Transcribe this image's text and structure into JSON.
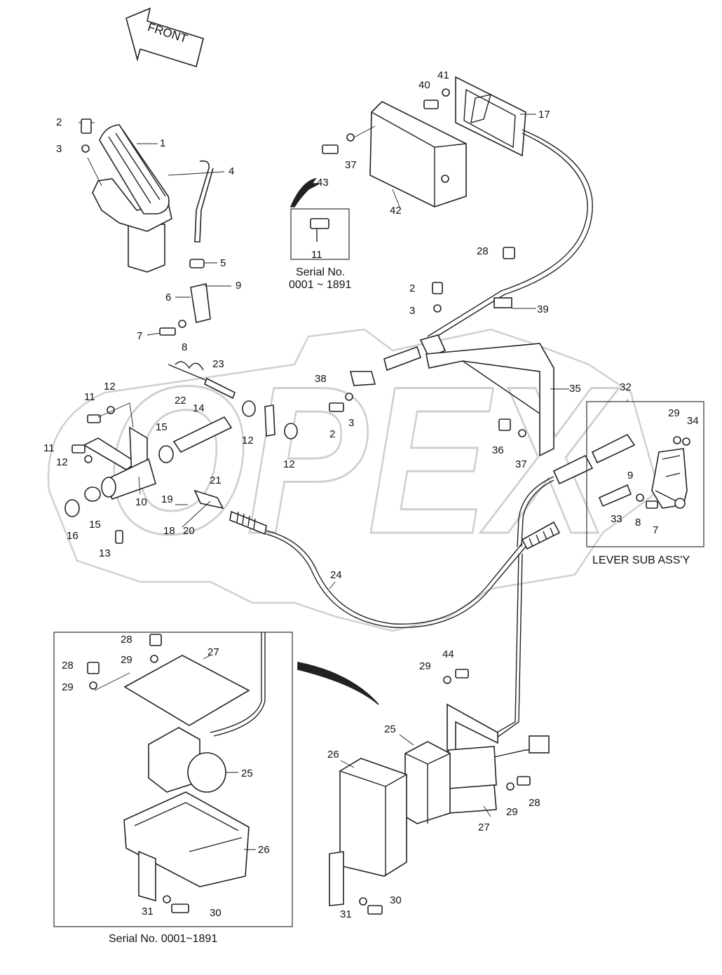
{
  "direction_label": "FRONT",
  "watermark": "OPEX",
  "captions": {
    "serial_small": "Serial No.",
    "serial_small_range": "0001 ~ 1891",
    "lever_sub_assy": "LEVER SUB ASS'Y",
    "serial_inset": "Serial No. 0001~1891"
  },
  "callouts": {
    "c1": "1",
    "c2a": "2",
    "c3a": "3",
    "c4": "4",
    "c5": "5",
    "c6": "6",
    "c7a": "7",
    "c8a": "8",
    "c9a": "9",
    "c10": "10",
    "c11a": "11",
    "c11b": "11",
    "c11c": "11",
    "c12a": "12",
    "c12b": "12",
    "c12c": "12",
    "c12d": "12",
    "c13": "13",
    "c14": "14",
    "c15a": "15",
    "c15b": "15",
    "c16": "16",
    "c17": "17",
    "c18": "18",
    "c19": "19",
    "c20": "20",
    "c21": "21",
    "c22": "22",
    "c23": "23",
    "c24": "24",
    "c25a": "25",
    "c25b": "25",
    "c26a": "26",
    "c26b": "26",
    "c27a": "27",
    "c27b": "27",
    "c28a": "28",
    "c28b": "28",
    "c28c": "28",
    "c28d": "28",
    "c29a": "29",
    "c29b": "29",
    "c29c": "29",
    "c29d": "29",
    "c29e": "29",
    "c30a": "30",
    "c30b": "30",
    "c31a": "31",
    "c31b": "31",
    "c32": "32",
    "c33": "33",
    "c34": "34",
    "c35": "35",
    "c36": "36",
    "c37a": "37",
    "c37b": "37",
    "c38": "38",
    "c39": "39",
    "c40": "40",
    "c41": "41",
    "c42": "42",
    "c43": "43",
    "c44": "44",
    "c2b": "2",
    "c3b": "3",
    "c2c": "2",
    "c3c": "3",
    "c7b": "7",
    "c8b": "8",
    "c9b": "9"
  }
}
